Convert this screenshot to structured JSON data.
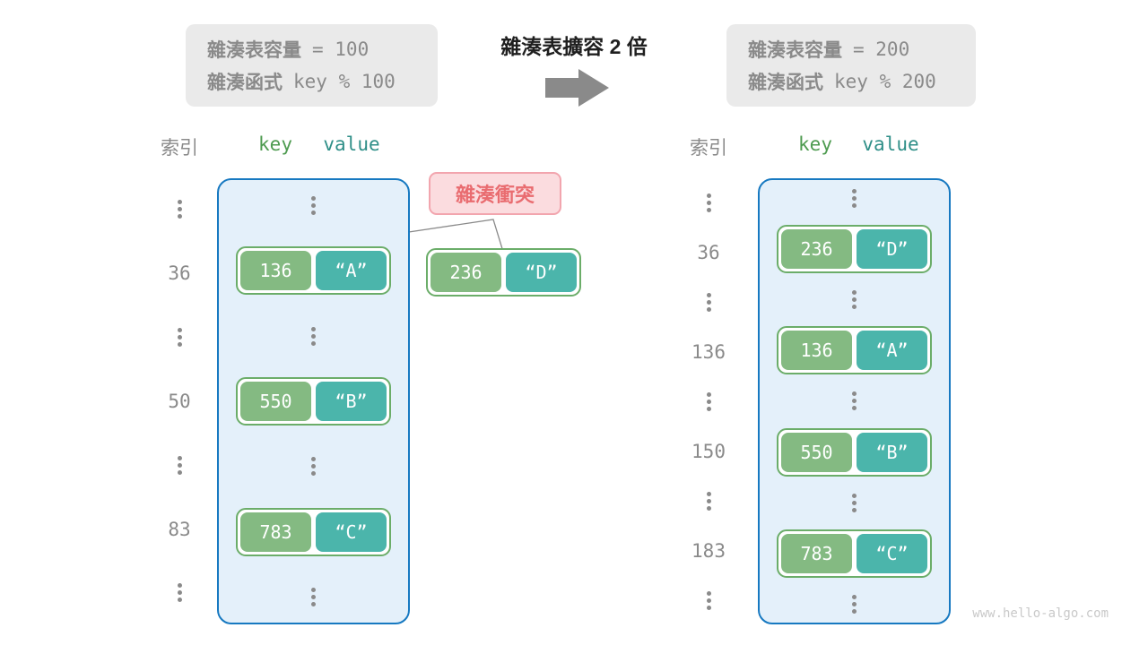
{
  "header": {
    "before_box": {
      "capacity_label": "雜湊表容量",
      "capacity_value": "= 100",
      "function_label": "雜湊函式",
      "function_value": "key % 100"
    },
    "title": "雜湊表擴容 2 倍",
    "after_box": {
      "capacity_label": "雜湊表容量",
      "capacity_value": "= 200",
      "function_label": "雜湊函式",
      "function_value": "key % 200"
    }
  },
  "left_table": {
    "index_header": "索引",
    "key_header": "key",
    "value_header": "value",
    "pairs": [
      {
        "index": "36",
        "key": "136",
        "value": "“A”"
      },
      {
        "index": "50",
        "key": "550",
        "value": "“B”"
      },
      {
        "index": "83",
        "key": "783",
        "value": "“C”"
      }
    ]
  },
  "right_table": {
    "index_header": "索引",
    "key_header": "key",
    "value_header": "value",
    "pairs": [
      {
        "index": "36",
        "key": "236",
        "value": "“D”"
      },
      {
        "index": "136",
        "key": "136",
        "value": "“A”"
      },
      {
        "index": "150",
        "key": "550",
        "value": "“B”"
      },
      {
        "index": "183",
        "key": "783",
        "value": "“C”"
      }
    ]
  },
  "collision": {
    "label": "雜湊衝突",
    "external_pair": {
      "key": "236",
      "value": "“D”"
    }
  },
  "watermark": "www.hello-algo.com",
  "colors": {
    "container_border": "#1779C1",
    "container_bg": "#E4F0FA",
    "key_green": "#84BA82",
    "value_teal": "#4BB5AB",
    "pair_border": "#6BAD69",
    "collision_text": "#E96C70",
    "collision_bg": "#FBDCDF",
    "collision_border": "#F2A5AE",
    "info_box_bg": "#EAEAEA",
    "gray_text": "#8A8A8A",
    "key_header_green": "#4E9B50",
    "value_header_teal": "#2F8F88",
    "arrow_gray": "#8A8A8A"
  }
}
